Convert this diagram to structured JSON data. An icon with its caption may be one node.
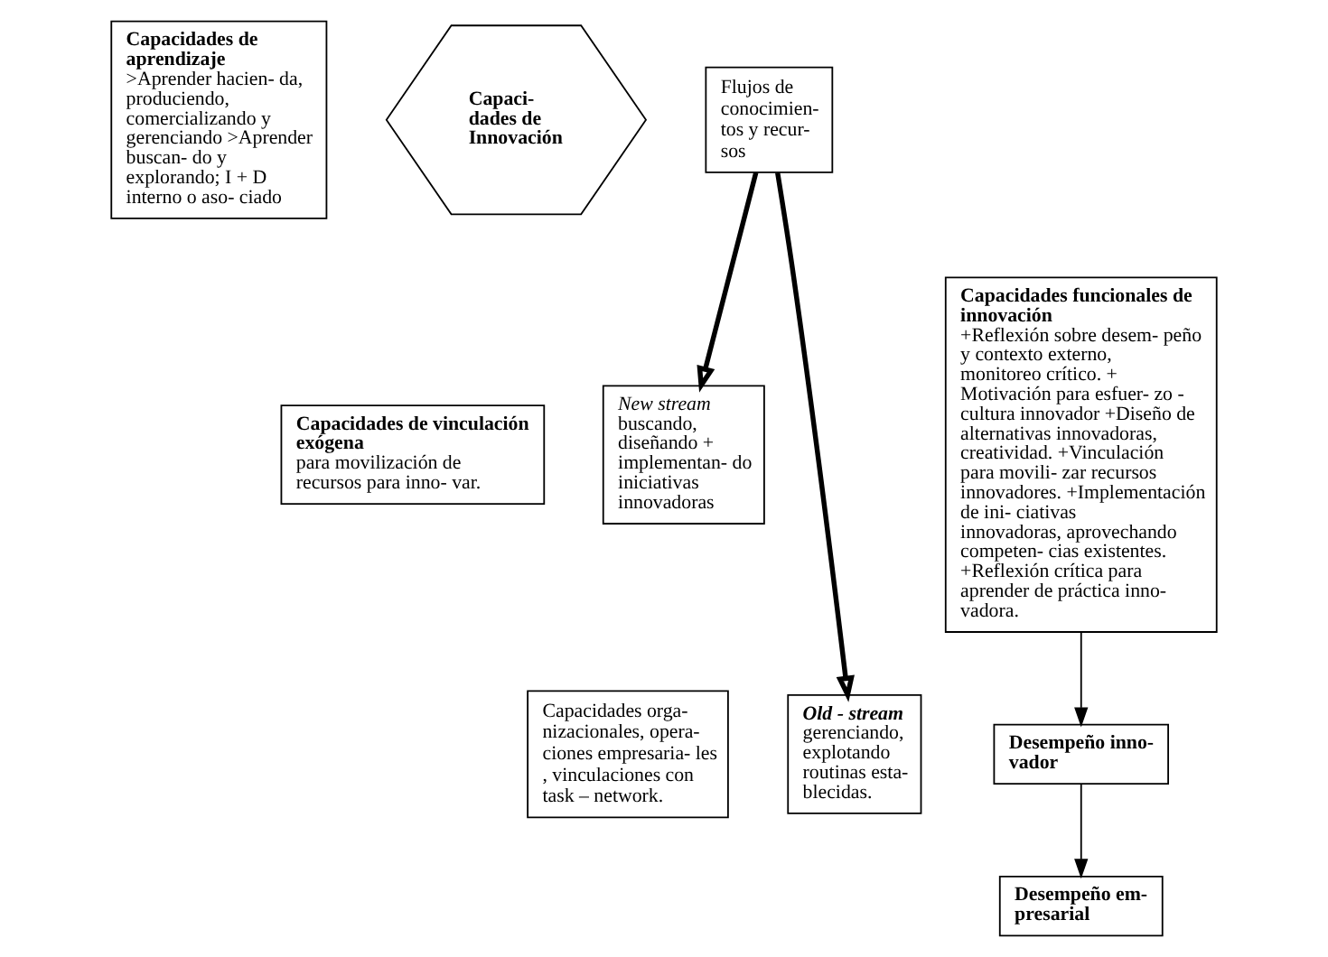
{
  "diagram": {
    "nodes": [
      {
        "text": [
          "Capacidades de vinculación exógena",
          "para movilización de recursos para inno- var."
        ]
      },
      {
        "text": [
          "Capacidades de aprendizaje",
          ">Aprender hacien- da, produciendo, comercializando y gerenciando >Aprender buscan- do y explorando; I + D interno o aso- ciado"
        ]
      },
      {
        "text": [
          "Capacidades orga- nizacionales, opera- ciones empresaria- les , vinculaciones con task – network."
        ]
      },
      {
        "text": [
          "Capaci- dades de Innovación"
        ]
      },
      {
        "text": [
          "New stream",
          "buscando, diseñando + implementan- do iniciativas innovadoras"
        ]
      },
      {
        "text": [
          "Flujos de conocimien- tos y recur- sos"
        ]
      },
      {
        "text": [
          "Old - stream",
          "gerenciando, explotando routinas esta- blecidas."
        ]
      },
      {
        "text": [
          "Capacidades funcionales de innovación",
          "+Reflexión sobre desem- peño y contexto externo, monitoreo crítico. + Motivación para esfuer- zo - cultura innovador +Diseño de alternativas innovadoras, creatividad. +Vinculación para movili- zar recursos innovadores. +Implementación de ini- ciativas innovadoras, aprovechando competen- cias existentes. +Reflexión crítica para aprender de práctica inno- vadora."
        ]
      },
      {
        "text": [
          "Desempeño inno- vador"
        ]
      },
      {
        "text": [
          "Desempeño em- presarial"
        ]
      }
    ],
    "edges": [
      {
        "from": 5,
        "to": 4,
        "arrow": "to",
        "style": "thick"
      },
      {
        "from": 5,
        "to": 6,
        "arrow": "to",
        "style": "thick"
      },
      {
        "from": 7,
        "to": 8,
        "arrow": "to"
      },
      {
        "from": 8,
        "to": 9,
        "arrow": "to"
      }
    ]
  }
}
